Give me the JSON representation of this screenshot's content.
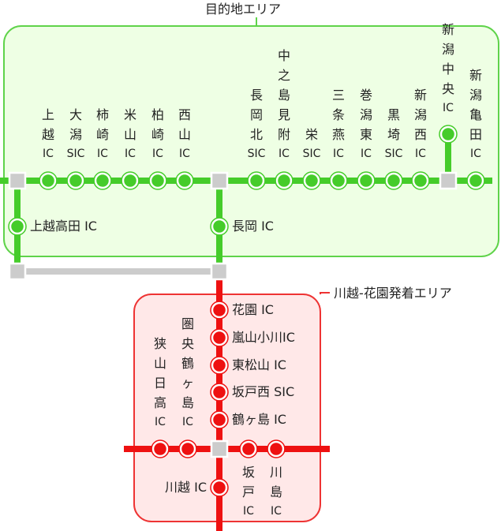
{
  "areas": {
    "niigata": {
      "title": "目的地エリア",
      "fill": "#eeffe4",
      "stroke": "#5fd34a"
    },
    "kawagoe": {
      "title": "川越-花園発着エリア",
      "fill": "#ffe8e8",
      "stroke": "#ee3333"
    }
  },
  "colors": {
    "green_line": "#45cc2a",
    "red_line": "#ee1111",
    "gray_line": "#cccccc",
    "junction_fill": "#cccccc"
  },
  "green_top_stations": [
    {
      "id": "joetsu",
      "text": "上越",
      "ic": "IC"
    },
    {
      "id": "ogata",
      "text": "大潟",
      "ic": "SIC"
    },
    {
      "id": "kakizaki",
      "text": "柿崎",
      "ic": "IC"
    },
    {
      "id": "yoneyama",
      "text": "米山",
      "ic": "IC"
    },
    {
      "id": "kashiwazaki",
      "text": "柏崎",
      "ic": "IC"
    },
    {
      "id": "nishiyama",
      "text": "西山",
      "ic": "IC"
    },
    {
      "id": "nagaokakita",
      "text": "長岡北",
      "ic": "SIC"
    },
    {
      "id": "nakanoshima",
      "text": "中之島見附",
      "ic": "IC"
    },
    {
      "id": "sakae",
      "text": "栄",
      "ic": "SIC"
    },
    {
      "id": "sanjo",
      "text": "三条燕",
      "ic": "IC"
    },
    {
      "id": "makiniigatahigashi",
      "text": "巻潟東",
      "ic": "IC"
    },
    {
      "id": "kurosaki",
      "text": "黒埼",
      "ic": "SIC"
    },
    {
      "id": "niigatanishi",
      "text": "新潟西",
      "ic": "IC"
    },
    {
      "id": "niigatakameda",
      "text": "新潟亀田",
      "ic": "IC"
    }
  ],
  "green_branch_station": {
    "text": "新潟中央",
    "ic": "IC"
  },
  "green_side_stations": [
    {
      "id": "joetsutakada",
      "label": "上越高田 IC"
    },
    {
      "id": "nagaoka",
      "label": "長岡 IC"
    }
  ],
  "red_vertical_stations": [
    {
      "id": "hanazono",
      "label": "花園 IC"
    },
    {
      "id": "ranzan",
      "label": "嵐山小川IC"
    },
    {
      "id": "higashimatsuyama",
      "label": "東松山 IC"
    },
    {
      "id": "sakadonishi",
      "label": "坂戸西 SIC"
    },
    {
      "id": "tsurugashima",
      "label": "鶴ヶ島 IC"
    },
    {
      "id": "kawagoe",
      "label": "川越 IC"
    }
  ],
  "red_horizontal_stations": [
    {
      "id": "sayamahidaka",
      "text": "狭山日高",
      "ic": "IC"
    },
    {
      "id": "kenoutsurugashima",
      "text": "圏央鶴ヶ島",
      "ic": "IC"
    },
    {
      "id": "sakado",
      "text": "坂戸",
      "ic": "IC"
    },
    {
      "id": "kawajima",
      "text": "川島",
      "ic": "IC"
    }
  ]
}
